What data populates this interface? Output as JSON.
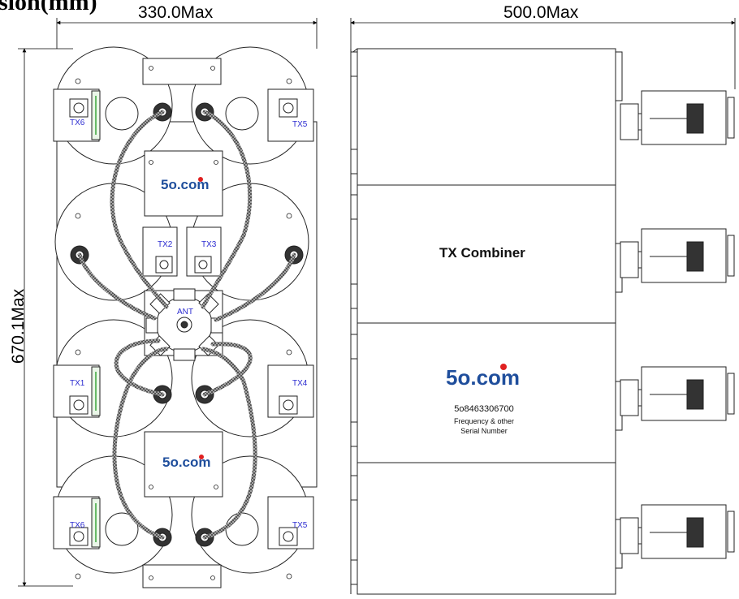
{
  "title": "sion(mm)",
  "dimensions": {
    "width_front": "330.0Max",
    "width_side": "500.0Max",
    "height": "670.1Max"
  },
  "front_view": {
    "tx_labels": [
      "TX6",
      "TX5",
      "TX2",
      "TX3",
      "TX1",
      "TX4",
      "TX6",
      "TX5"
    ],
    "antenna_label": "ANT",
    "logo_text": "5o.com"
  },
  "side_view": {
    "module_label": "TX Combiner",
    "logo_text": "5o.com",
    "serial_lines": [
      "5o8463306700",
      "Frequency & other",
      "Serial Number"
    ]
  },
  "colors": {
    "line": "#222222",
    "label_blue": "#2b2bd0",
    "logo_blue": "#1f4e9c",
    "logo_red": "#e02020"
  }
}
